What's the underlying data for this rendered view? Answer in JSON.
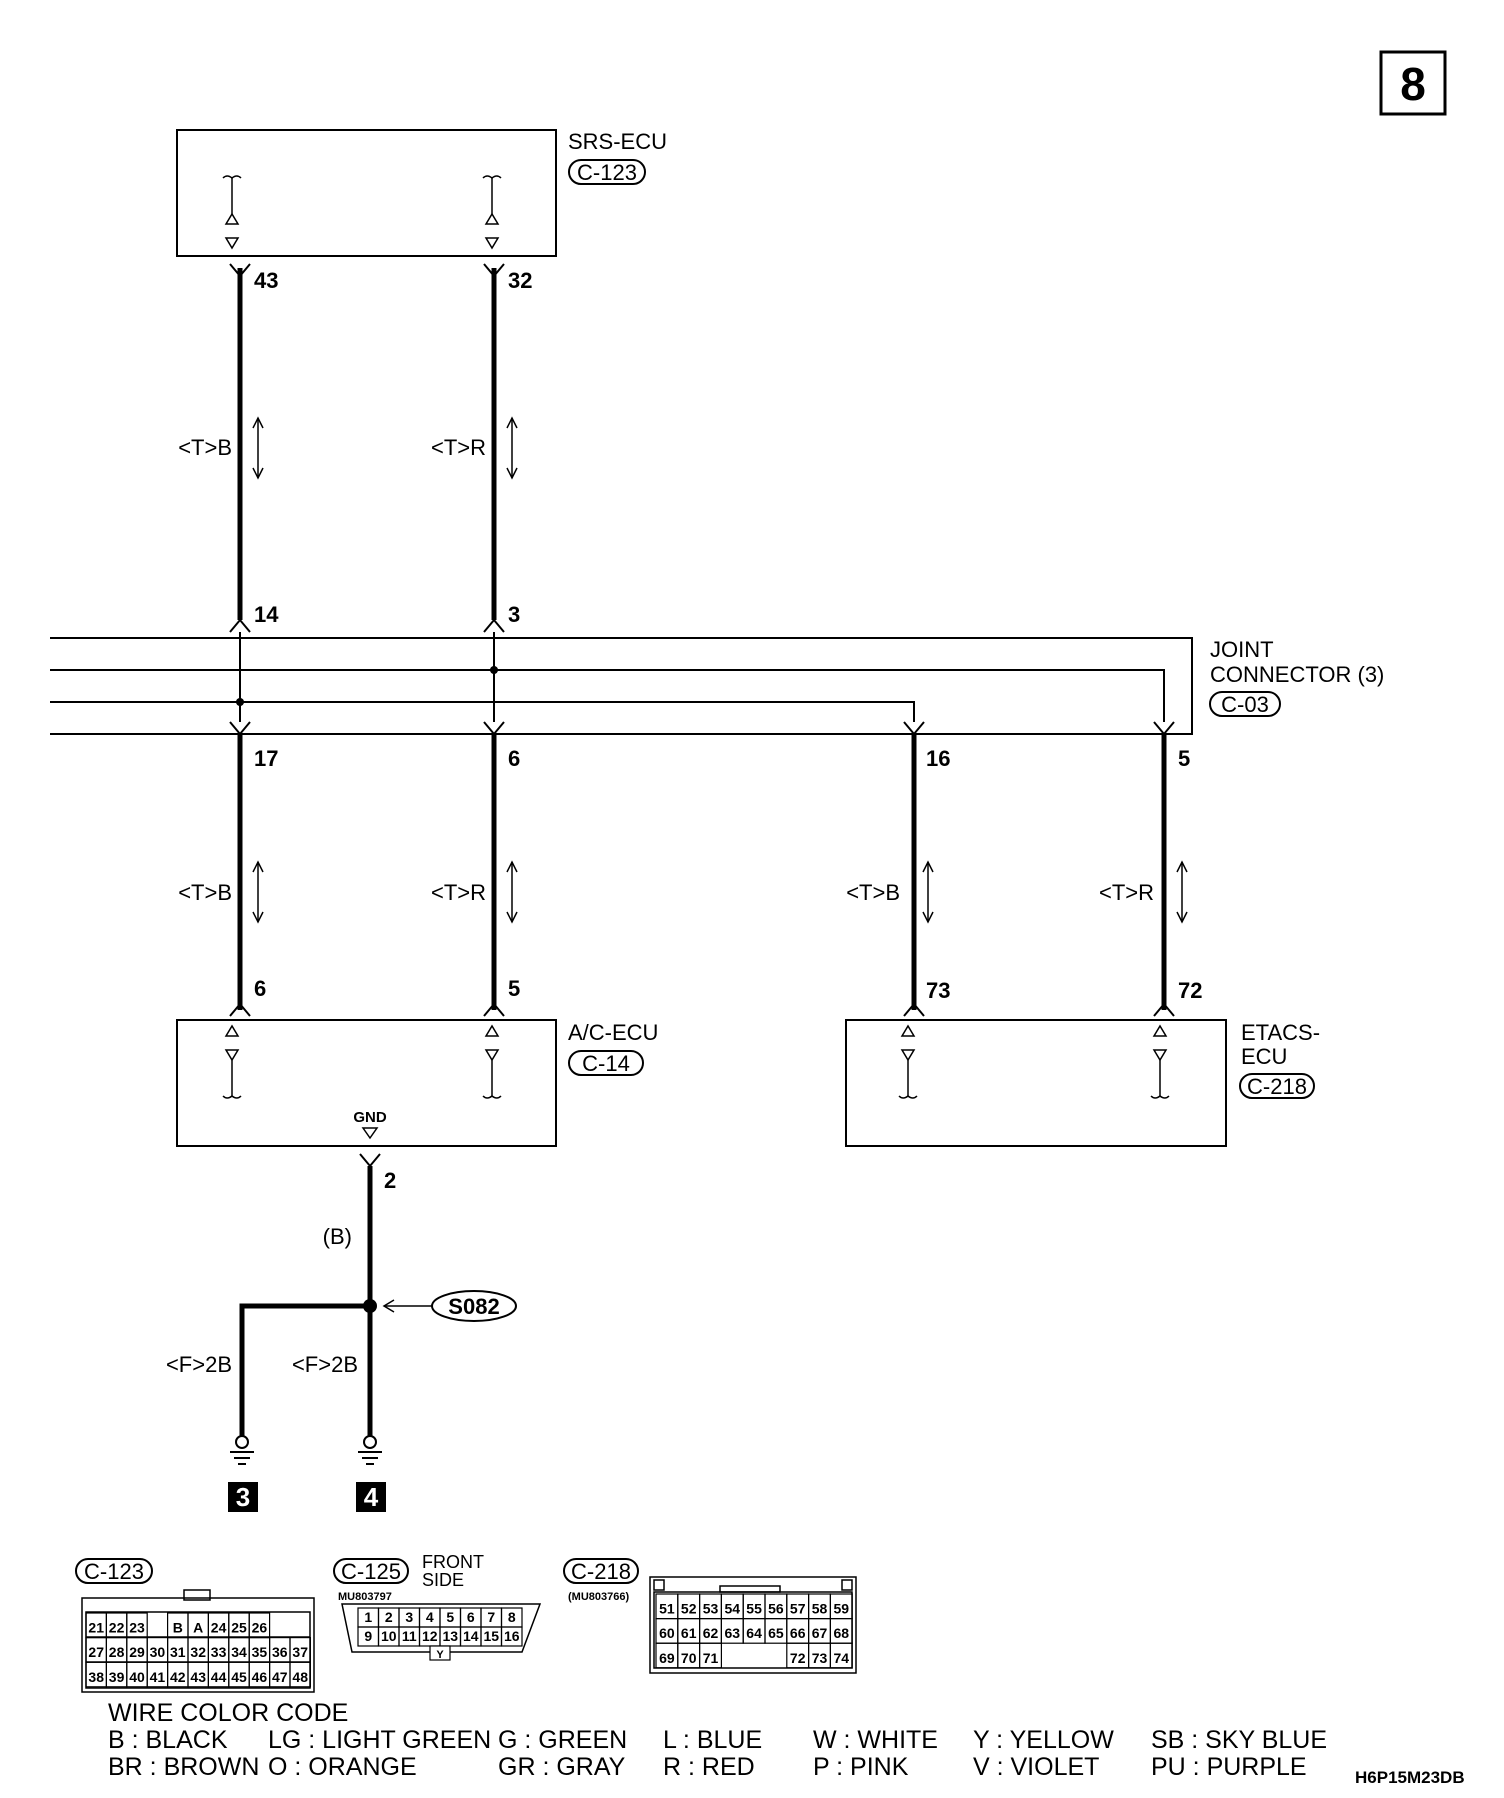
{
  "page_number": "8",
  "srs_ecu": {
    "name": "SRS-ECU",
    "connector": "C-123",
    "pin_left": "43",
    "pin_right": "32"
  },
  "wires_upper": {
    "left": "<T>B",
    "right": "<T>R"
  },
  "joint": {
    "line1": "JOINT",
    "line2": "CONNECTOR (3)",
    "connector": "C-03",
    "pin_in_left": "14",
    "pin_in_right": "3",
    "pin_out_1": "17",
    "pin_out_2": "6",
    "pin_out_3": "16",
    "pin_out_4": "5"
  },
  "wires_lower": {
    "w1": "<T>B",
    "w2": "<T>R",
    "w3": "<T>B",
    "w4": "<T>R"
  },
  "ac_ecu": {
    "name": "A/C-ECU",
    "connector": "C-14",
    "pin_left": "6",
    "pin_right": "5",
    "gnd_label": "GND",
    "gnd_pin": "2"
  },
  "etacs_ecu": {
    "line1": "ETACS-",
    "line2": "ECU",
    "connector": "C-218",
    "pin_left": "73",
    "pin_right": "72"
  },
  "ground": {
    "wire": "(B)",
    "splice": "S082",
    "left_wire": "<F>2B",
    "right_wire": "<F>2B",
    "left_num": "3",
    "right_num": "4"
  },
  "connector_views": {
    "c123": {
      "id": "C-123",
      "row1": [
        "21",
        "22",
        "23",
        "",
        "B",
        "A",
        "24",
        "25",
        "26"
      ],
      "row2": [
        "27",
        "28",
        "29",
        "30",
        "31",
        "32",
        "33",
        "34",
        "35",
        "36",
        "37"
      ],
      "row3": [
        "38",
        "39",
        "40",
        "41",
        "42",
        "43",
        "44",
        "45",
        "46",
        "47",
        "48"
      ]
    },
    "c125": {
      "id": "C-125",
      "note1": "FRONT",
      "note2": "SIDE",
      "part": "MU803797",
      "row1": [
        "1",
        "2",
        "3",
        "4",
        "5",
        "6",
        "7",
        "8"
      ],
      "row2": [
        "9",
        "10",
        "11",
        "12",
        "13",
        "14",
        "15",
        "16"
      ],
      "key": "Y"
    },
    "c218": {
      "id": "C-218",
      "part": "(MU803766)",
      "row1": [
        "51",
        "52",
        "53",
        "54",
        "55",
        "56",
        "57",
        "58",
        "59"
      ],
      "row2": [
        "60",
        "61",
        "62",
        "63",
        "64",
        "65",
        "66",
        "67",
        "68"
      ],
      "row3": [
        "69",
        "70",
        "71",
        "",
        "",
        "",
        "72",
        "73",
        "74"
      ]
    }
  },
  "wire_color_code": {
    "title": "WIRE COLOR CODE",
    "row1": [
      "B : BLACK",
      "LG : LIGHT GREEN",
      "G : GREEN",
      "L : BLUE",
      "W : WHITE",
      "Y : YELLOW",
      "SB : SKY BLUE"
    ],
    "row2": [
      "BR : BROWN",
      "O : ORANGE",
      "GR : GRAY",
      "R : RED",
      "P : PINK",
      "V : VIOLET",
      "PU : PURPLE"
    ]
  },
  "diagram_code": "H6P15M23DB"
}
